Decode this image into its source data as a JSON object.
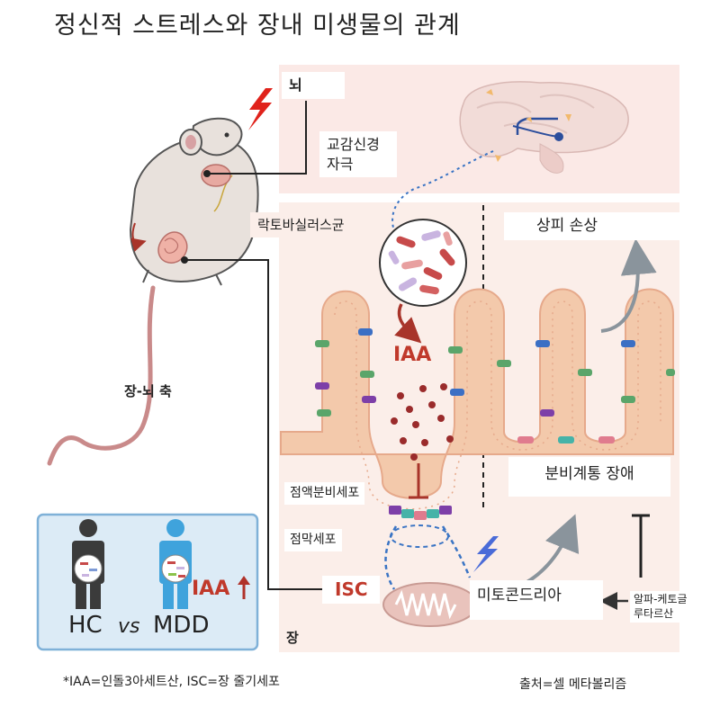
{
  "title": "정신적 스트레스와 장내 미생물의 관계",
  "labels": {
    "brain": "뇌",
    "sympathetic_line1": "교감신경",
    "sympathetic_line2": "자극",
    "lactobacillus": "락토바실러스균",
    "iaa": "IAA",
    "epithelial_damage": "상피 손상",
    "gut_brain_axis": "장-뇌 축",
    "secretory_disorder": "분비계통 장애",
    "goblet_cell": "점액분비세포",
    "mucosal_cell": "점막세포",
    "isc": "ISC",
    "mitochondria": "미토콘드리아",
    "akg_line1": "알파-케토글",
    "akg_line2": "루타르산",
    "gut": "장",
    "hc": "HC",
    "vs": "vs",
    "mdd": "MDD",
    "iaa_inset": "IAA",
    "footnote": "*IAA=인돌3아세트산, ISC=장 줄기세포",
    "source": "출처=셀 메타볼리즘"
  },
  "colors": {
    "accent_red": "#c0392b",
    "panel_pink": "#fbe9e6",
    "tissue": "#f3c9ab",
    "inset_bg": "#dcebf6",
    "inset_border": "#7fb1d8",
    "dash_blue": "#3a74c4",
    "hc_figure": "#3b3b3b",
    "mdd_figure": "#3fa3dc"
  },
  "icons": [
    "lightning-icon",
    "mouse-illustration",
    "brain-illustration",
    "bacteria-circle",
    "mitochondria-illustration",
    "person-icon"
  ]
}
